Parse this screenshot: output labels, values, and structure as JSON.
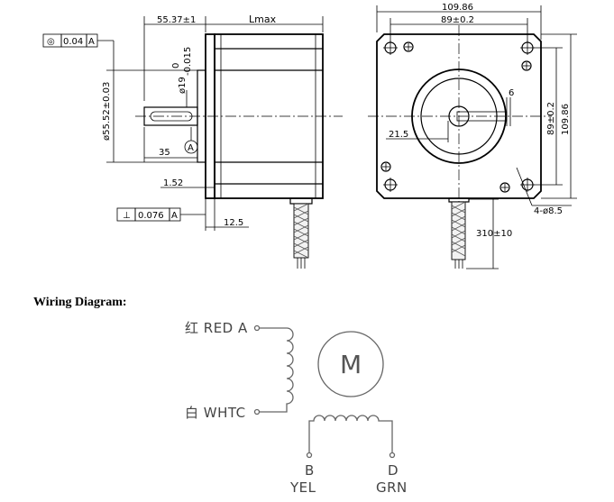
{
  "side_view": {
    "dim_flange_offset": "55.37±1",
    "dim_length": "Lmax",
    "dim_body_diameter": "ø55.52±0.03",
    "dim_shaft_diameter": "ø19",
    "dim_shaft_tol_upper": "0",
    "dim_shaft_tol_lower": "-0.015",
    "dim_shaft_length": "35",
    "dim_flange_thickness": "1.52",
    "dim_pilot": "12.5",
    "datum_marker": "A",
    "tolerance_concentricity_symbol": "◎",
    "tolerance_concentricity_value": "0.04",
    "tolerance_concentricity_datum": "A",
    "tolerance_perpendicular_symbol": "⊥",
    "tolerance_perpendicular_value": "0.076",
    "tolerance_perpendicular_datum": "A"
  },
  "front_view": {
    "dim_outer_width": "109.86",
    "dim_hole_spacing_top": "89±0.2",
    "dim_hole_spacing_side": "89±0.2",
    "dim_outer_height": "109.86",
    "dim_key_width": "6",
    "dim_key_depth": "21.5",
    "dim_holes": "4-ø8.5",
    "dim_cable_length": "310±10"
  },
  "wiring": {
    "heading": "Wiring Diagram:",
    "red_label": "红 RED A",
    "white_label": "白 WHTC",
    "motor_symbol": "M",
    "phase_b_letter": "B",
    "phase_b_color": "YEL",
    "phase_d_letter": "D",
    "phase_d_color": "GRN"
  }
}
